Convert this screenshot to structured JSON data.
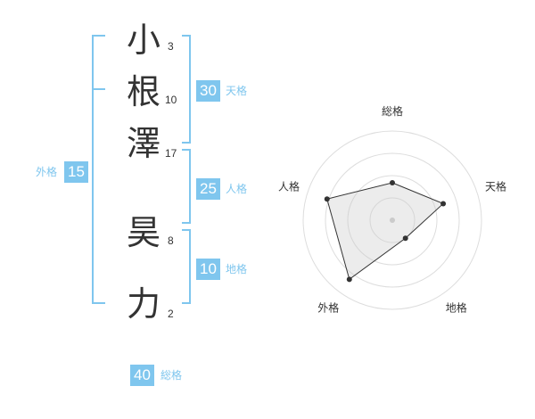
{
  "name": {
    "chars": [
      {
        "char": "小",
        "strokes": "3"
      },
      {
        "char": "根",
        "strokes": "10"
      },
      {
        "char": "澤",
        "strokes": "17"
      },
      {
        "char": "昊",
        "strokes": "8"
      },
      {
        "char": "力",
        "strokes": "2"
      }
    ]
  },
  "fortune": {
    "tenkaku": {
      "value": "30",
      "label": "天格"
    },
    "jinkaku": {
      "value": "25",
      "label": "人格"
    },
    "chikaku": {
      "value": "10",
      "label": "地格"
    },
    "gaikaku": {
      "value": "15",
      "label": "外格"
    },
    "soukaku": {
      "value": "40",
      "label": "総格"
    }
  },
  "colors": {
    "accent": "#7fc6ee",
    "text": "#333333"
  },
  "chart_data": {
    "type": "radar",
    "axes": [
      "総格",
      "天格",
      "地格",
      "外格",
      "人格"
    ],
    "values": [
      0.42,
      0.6,
      0.25,
      0.82,
      0.77
    ],
    "max": 1,
    "rings": 4
  }
}
